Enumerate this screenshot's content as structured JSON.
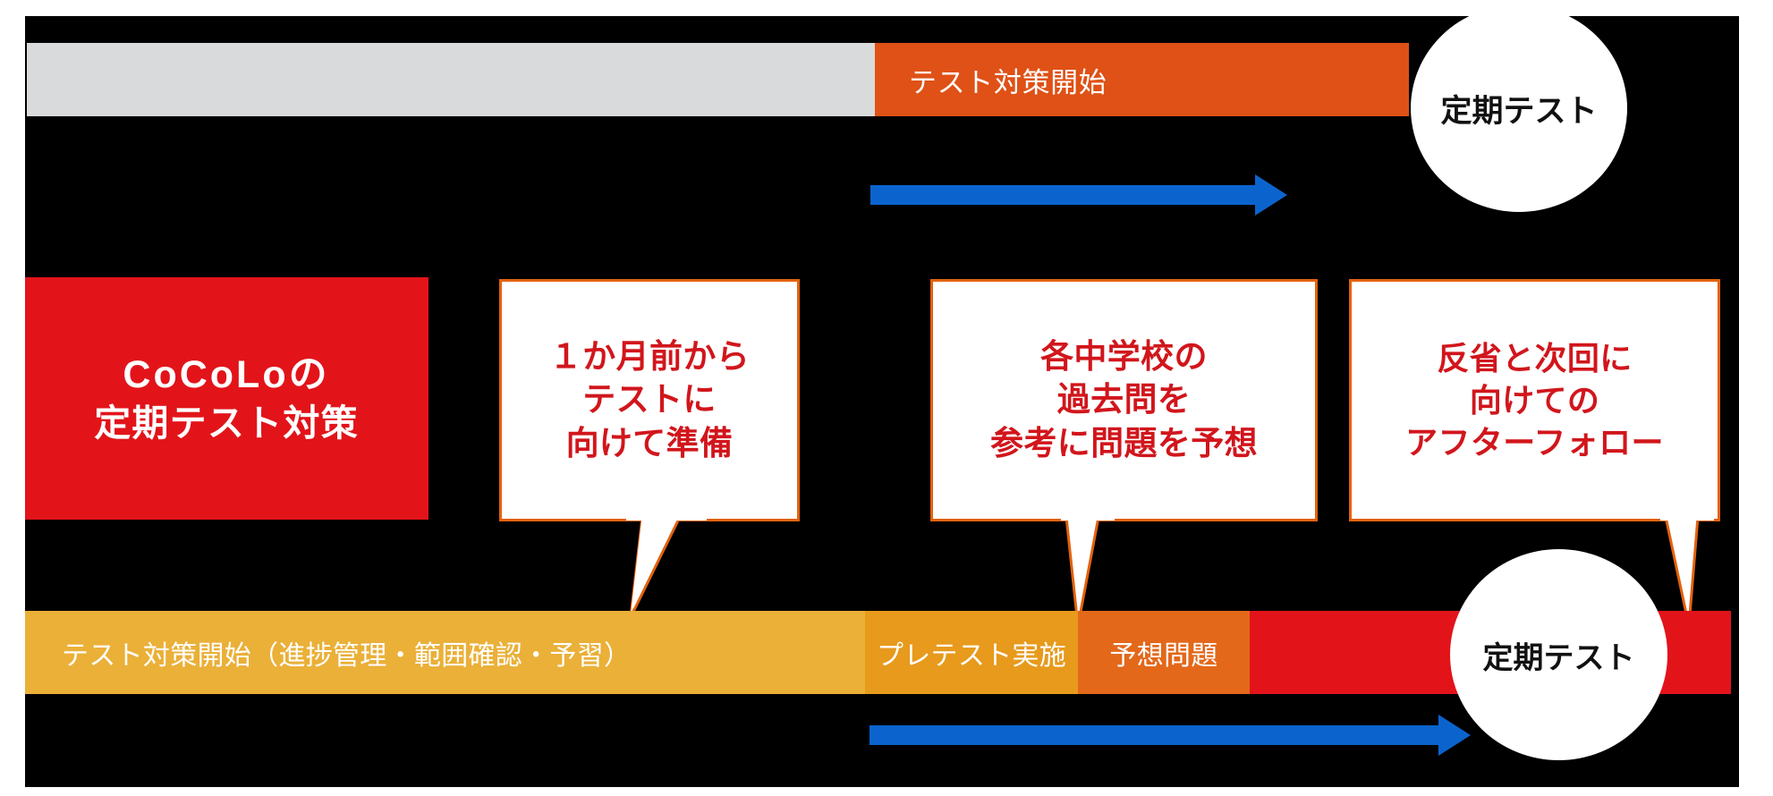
{
  "colors": {
    "background": "#000000",
    "page": "#ffffff",
    "grey_bar": "#d9dadb",
    "orange_bar": "#df5116",
    "brand_red": "#e2141a",
    "callout_border": "#e2620f",
    "callout_text": "#d1161c",
    "arrow_blue": "#0b64ce",
    "bar_gold": "#eab038",
    "bar_amber": "#e79a1c",
    "bar_orange": "#e3681a",
    "bar_red": "#e2141a",
    "circle_fill": "#ffffff",
    "circle_text": "#111111"
  },
  "top_timeline": {
    "segments": [
      {
        "id": "lead-up",
        "label": "",
        "color": "#d9dadb"
      },
      {
        "id": "test-prep-start",
        "label": "テスト対策開始",
        "color": "#df5116"
      }
    ],
    "milestone": {
      "label": "定期テスト"
    },
    "arrow": {
      "name": "progress-arrow",
      "color": "#0b64ce"
    }
  },
  "brand_panel": {
    "line1": "CoCoLoの",
    "line2": "定期テスト対策"
  },
  "callouts": [
    {
      "id": "callout-1",
      "text": "１か月前から\nテストに\n向けて準備"
    },
    {
      "id": "callout-2",
      "text": "各中学校の\n過去問を\n参考に問題を予想"
    },
    {
      "id": "callout-3",
      "text": "反省と次回に\n向けての\nアフターフォロー"
    }
  ],
  "bottom_timeline": {
    "segments": [
      {
        "id": "prep-start",
        "label": "テスト対策開始（進捗管理・範囲確認・予習）",
        "color": "#eab038"
      },
      {
        "id": "pretest",
        "label": "プレテスト実施",
        "color": "#e79a1c"
      },
      {
        "id": "predicted-questions",
        "label": "予想問題",
        "color": "#e3681a"
      },
      {
        "id": "exam-period",
        "label": "",
        "color": "#e2141a"
      }
    ],
    "milestone": {
      "label": "定期テスト"
    },
    "arrow": {
      "name": "progress-arrow",
      "color": "#0b64ce"
    }
  }
}
